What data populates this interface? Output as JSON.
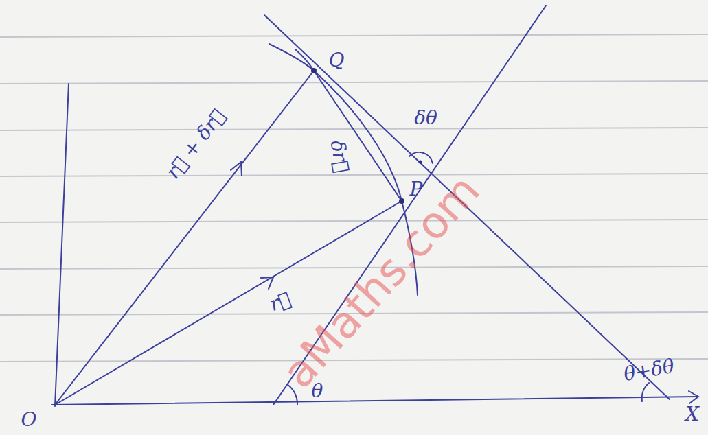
{
  "diagram": {
    "labels": [
      "Q",
      "δθ",
      "δr⃗",
      "r⃗ + δr⃗",
      "P",
      "r⃗",
      "θ",
      "θ+δθ",
      "O",
      "X",
      "aMaths.com"
    ]
  }
}
